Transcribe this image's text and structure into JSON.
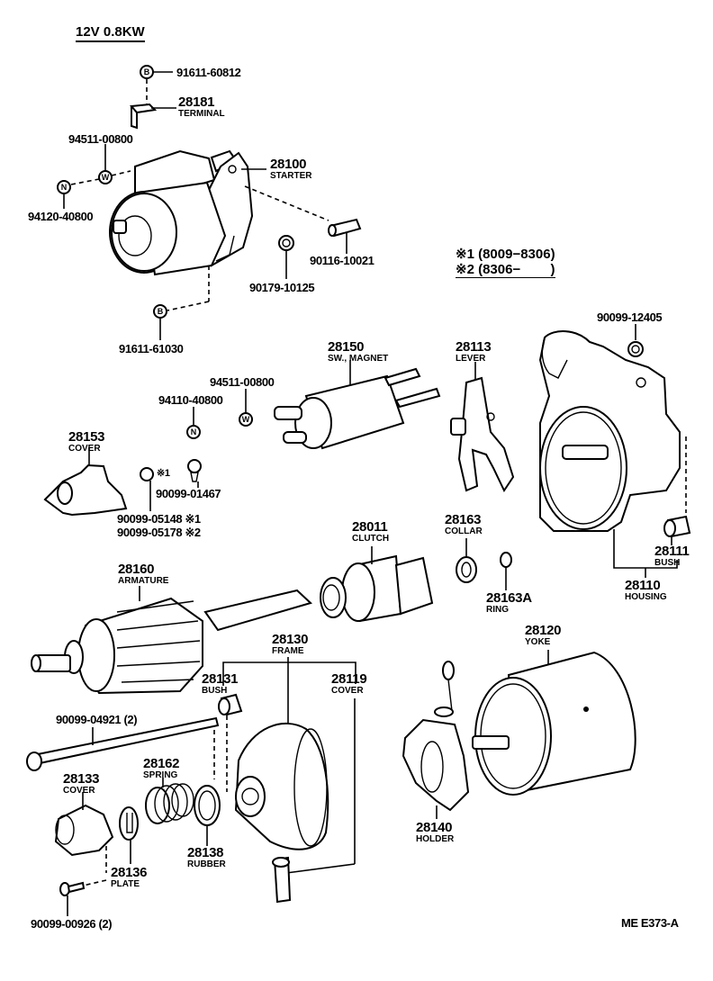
{
  "title": "12V 0.8KW",
  "diagram_code": "ME E373-A",
  "legend": [
    {
      "mark": "※1",
      "range": "(8009−8306)"
    },
    {
      "mark": "※2",
      "range": "(8306−        )"
    }
  ],
  "parts": {
    "p91611_60812": {
      "number": "91611-60812"
    },
    "p28181": {
      "number": "28181",
      "name": "TERMINAL"
    },
    "p94511_00800a": {
      "number": "94511-00800"
    },
    "p94120_40800": {
      "number": "94120-40800"
    },
    "p28100": {
      "number": "28100",
      "name": "STARTER"
    },
    "p90116_10021": {
      "number": "90116-10021"
    },
    "p90179_10125": {
      "number": "90179-10125"
    },
    "p91611_61030": {
      "number": "91611-61030"
    },
    "p28150": {
      "number": "28150",
      "name": "SW., MAGNET"
    },
    "p94511_00800b": {
      "number": "94511-00800"
    },
    "p94110_40800": {
      "number": "94110-40800"
    },
    "p28113": {
      "number": "28113",
      "name": "LEVER"
    },
    "p90099_12405": {
      "number": "90099-12405"
    },
    "p28153": {
      "number": "28153",
      "name": "COVER"
    },
    "p90099_01467": {
      "number": "90099-01467"
    },
    "p90099_05148": {
      "number": "90099-05148 ※1"
    },
    "p90099_05178": {
      "number": "90099-05178 ※2"
    },
    "p28011": {
      "number": "28011",
      "name": "CLUTCH"
    },
    "p28163": {
      "number": "28163",
      "name": "COLLAR"
    },
    "p28163A": {
      "number": "28163A",
      "name": "RING"
    },
    "p28111": {
      "number": "28111",
      "name": "BUSH"
    },
    "p28110": {
      "number": "28110",
      "name": "HOUSING"
    },
    "p28160": {
      "number": "28160",
      "name": "ARMATURE"
    },
    "p28130": {
      "number": "28130",
      "name": "FRAME"
    },
    "p28131": {
      "number": "28131",
      "name": "BUSH"
    },
    "p28119": {
      "number": "28119",
      "name": "COVER"
    },
    "p28120": {
      "number": "28120",
      "name": "YOKE"
    },
    "p90099_04921": {
      "number": "90099-04921 (2)"
    },
    "p28162": {
      "number": "28162",
      "name": "SPRING"
    },
    "p28133": {
      "number": "28133",
      "name": "COVER"
    },
    "p28138": {
      "number": "28138",
      "name": "RUBBER"
    },
    "p28136": {
      "number": "28136",
      "name": "PLATE"
    },
    "p28140": {
      "number": "28140",
      "name": "HOLDER"
    },
    "p90099_00926": {
      "number": "90099-00926 (2)"
    }
  },
  "marker_letters": {
    "bolt": "B",
    "washer": "W",
    "nut": "N"
  },
  "symbol_notes": {
    "s1": "※1"
  }
}
